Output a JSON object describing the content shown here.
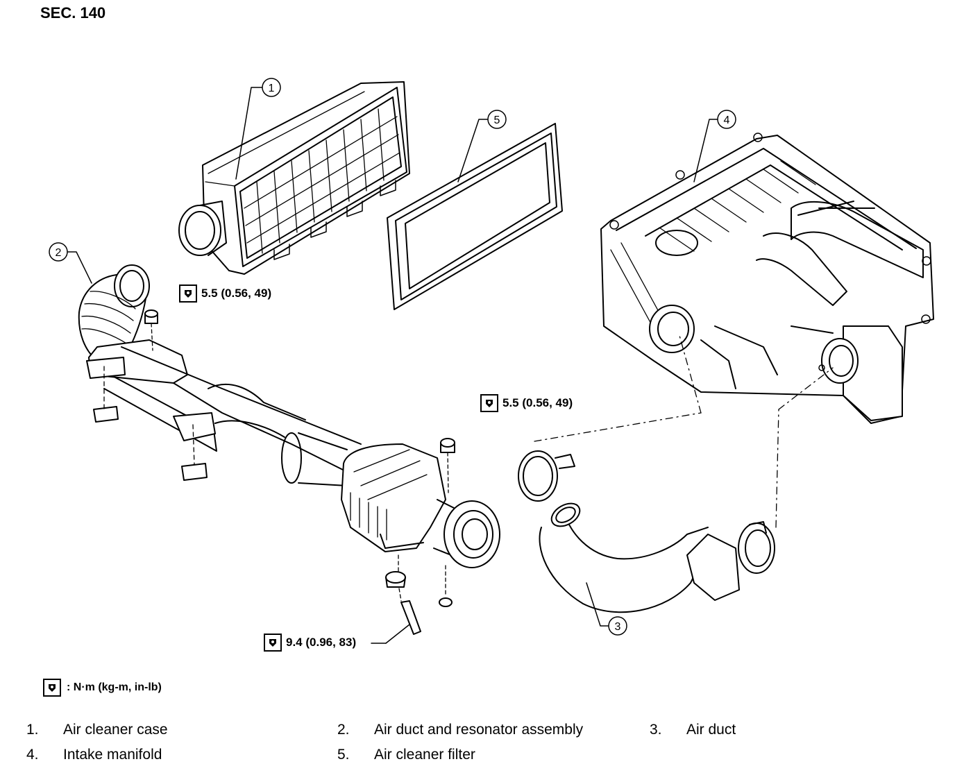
{
  "section": "SEC. 140",
  "callouts": [
    {
      "number": "1",
      "part": "Air cleaner case"
    },
    {
      "number": "2",
      "part": "Air duct and resonator assembly"
    },
    {
      "number": "3",
      "part": "Air duct"
    },
    {
      "number": "4",
      "part": "Intake manifold"
    },
    {
      "number": "5",
      "part": "Air cleaner filter"
    }
  ],
  "torque_specs": {
    "upper_left": "5.5 (0.56, 49)",
    "upper_right": "5.5 (0.56, 49)",
    "bottom": "9.4 (0.96, 83)"
  },
  "legend": {
    "icon": "torque-wrench-icon",
    "text": ": N·m (kg-m, in-lb)"
  },
  "parts_list": [
    {
      "number": "1.",
      "name": "Air cleaner case"
    },
    {
      "number": "2.",
      "name": "Air duct and resonator assembly"
    },
    {
      "number": "3.",
      "name": "Air duct"
    },
    {
      "number": "4.",
      "name": "Intake manifold"
    },
    {
      "number": "5.",
      "name": "Air cleaner filter"
    }
  ]
}
